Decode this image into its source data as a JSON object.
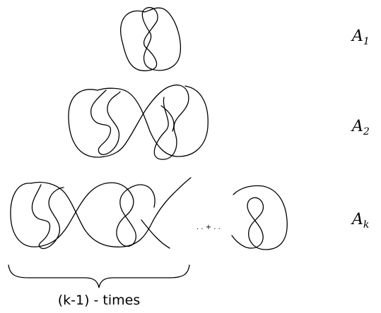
{
  "rows": [
    {
      "label": "A",
      "subscript": "1"
    },
    {
      "label": "A",
      "subscript": "2"
    },
    {
      "label": "A",
      "subscript": "k"
    }
  ],
  "continuation_text": ". . + . .",
  "brace_caption": "(k-1) - times"
}
